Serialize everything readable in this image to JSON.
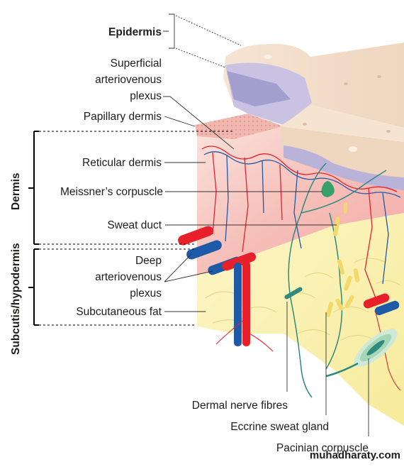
{
  "labels": {
    "epidermis": "Epidermis",
    "superficial_1": "Superficial",
    "superficial_2": "arteriovenous",
    "superficial_3": "plexus",
    "papillary_dermis": "Papillary dermis",
    "reticular_dermis": "Reticular dermis",
    "meissner": "Meissner’s corpuscle",
    "sweat_duct": "Sweat duct",
    "deep_1": "Deep",
    "deep_2": "arteriovenous",
    "deep_3": "plexus",
    "subcutaneous_fat": "Subcutaneous fat",
    "dermal_nerve": "Dermal nerve fibres",
    "eccrine": "Eccrine sweat gland",
    "pacinian": "Pacinian corpuscle"
  },
  "brackets": {
    "dermis": "Dermis",
    "subcutis": "Subcutis/hypodermis"
  },
  "watermark": "muhadharaty.com",
  "colors": {
    "epidermis": "#f3dcc6",
    "epidermis_basal": "#b9b3d9",
    "dermis": "#f7c9c4",
    "fat": "#fbf3b3",
    "artery": "#e8202a",
    "vein": "#1f5aa8",
    "nerve": "#2f8a7e"
  }
}
